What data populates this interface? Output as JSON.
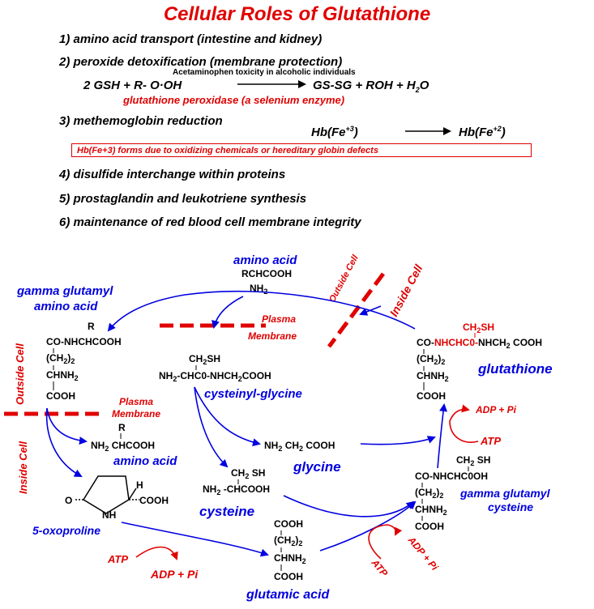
{
  "title": "Cellular Roles of Glutathione",
  "roles": [
    "1)  amino acid  transport (intestine and kidney)",
    "2)  peroxide detoxification (membrane protection)",
    "3)  methemoglobin  reduction",
    "4) disulfide interchange within proteins",
    "5) prostaglandin and leukotriene synthesis",
    "6) maintenance of red blood cell membrane integrity"
  ],
  "peroxide": {
    "note": "Acetaminophen toxicity in alcoholic individuals",
    "lhs": "2 GSH  +  R- O·OH",
    "rhs": "GS-SG  +  ROH  + H",
    "rhs_sub": "2",
    "rhs_end": "O",
    "enzyme": "glutathione peroxidase  (a selenium enzyme)"
  },
  "methemoglobin": {
    "lhs": "Hb(Fe",
    "lhs_sup": "+3",
    "rhs": "Hb(Fe",
    "rhs_sup": "+2",
    "close": ")",
    "box": "Hb(Fe+3) forms due to oxidizing chemicals or hereditary globin defects"
  },
  "diagram": {
    "labels": {
      "amino_acid_top": "amino acid",
      "gamma_glutamyl_amino_acid_1": "gamma glutamyl",
      "gamma_glutamyl_amino_acid_2": "amino acid",
      "outside_cell_left": "Outside Cell",
      "inside_cell_left": "Inside Cell",
      "outside_cell_top": "Outside Cell",
      "inside_cell_top": "Inside Cell",
      "plasma_membrane_top_1": "Plasma",
      "plasma_membrane_top_2": "Membrane",
      "plasma_membrane_left_1": "Plasma",
      "plasma_membrane_left_2": "Membrane",
      "cysteinyl_glycine": "cysteinyl-glycine",
      "glutathione": "glutathione",
      "amino_acid_inside": "amino acid",
      "glycine": "glycine",
      "cysteine": "cysteine",
      "oxoproline": "5-oxoproline",
      "glutamic_acid": "glutamic acid",
      "gamma_glutamyl_cysteine_1": "gamma glutamyl",
      "gamma_glutamyl_cysteine_2": "cysteine",
      "atp_bottom_left": "ATP",
      "adp_bottom_left": "ADP + Pi",
      "atp_bottom_mid": "ATP",
      "adp_bottom_mid": "ADP + Pi",
      "atp_right": "ATP",
      "adp_right": "ADP + Pi"
    },
    "chem": {
      "aa_top_1": "RCHCOOH",
      "aa_top_2": "NH",
      "aa_top_2_sub": "2",
      "gga_r": "R",
      "gga_1": "CO-NHCHCOOH",
      "gga_2": "(CH",
      "gga_2_sub": "2",
      "gga_2_end": ")",
      "gga_2_sub2": "2",
      "gga_3": "CHNH",
      "gga_3_sub": "2",
      "gga_4": "COOH",
      "cg_1": "CH",
      "cg_1_sub": "2",
      "cg_1_end": "SH",
      "cg_2": "NH",
      "cg_2_sub": "2",
      "cg_2_mid": "-CHC0-NHCH",
      "cg_2_sub2": "2",
      "cg_2_end": "COOH",
      "gsh_top": "CH",
      "gsh_top_sub": "2",
      "gsh_top_end": "SH",
      "gsh_1a": "CO-",
      "gsh_1b": "NHCHC0-",
      "gsh_1c": "NHCH",
      "gsh_1_sub": "2",
      "gsh_1d": " COOH",
      "gsh_2": "(CH",
      "gsh_2_sub": "2",
      "gsh_2_end": ")",
      "gsh_2_sub2": "2",
      "gsh_3": "CHNH",
      "gsh_3_sub": "2",
      "gsh_4": "COOH",
      "aa_in_r": "R",
      "aa_in_1": "NH",
      "aa_in_1_sub": "2",
      "aa_in_1_end": " CHCOOH",
      "gly": "NH",
      "gly_sub": "2",
      "gly_mid": " CH",
      "gly_sub2": "2",
      "gly_end": " COOH",
      "cys_1": "CH",
      "cys_1_sub": "2",
      "cys_1_end": " SH",
      "cys_2": "NH",
      "cys_2_sub": "2",
      "cys_2_end": " -CHCOOH",
      "oxo_o": "O",
      "oxo_nh": "NH",
      "oxo_h": "H",
      "oxo_cooh": "COOH",
      "ggc_top": "CH",
      "ggc_top_sub": "2",
      "ggc_top_end": " SH",
      "ggc_1": "CO-NHCHC0OH",
      "ggc_2": "(CH",
      "ggc_2_sub": "2",
      "ggc_2_end": ")",
      "ggc_2_sub2": "2",
      "ggc_3": "CHNH",
      "ggc_3_sub": "2",
      "ggc_4": "COOH",
      "glu_1": "COOH",
      "glu_2": "(CH",
      "glu_2_sub": "2",
      "glu_2_end": ")",
      "glu_2_sub2": "2",
      "glu_3": "CHNH",
      "glu_3_sub": "2",
      "glu_4": "COOH"
    }
  },
  "colors": {
    "red": "#e00000",
    "blue": "#0000e0",
    "black": "#000000"
  }
}
